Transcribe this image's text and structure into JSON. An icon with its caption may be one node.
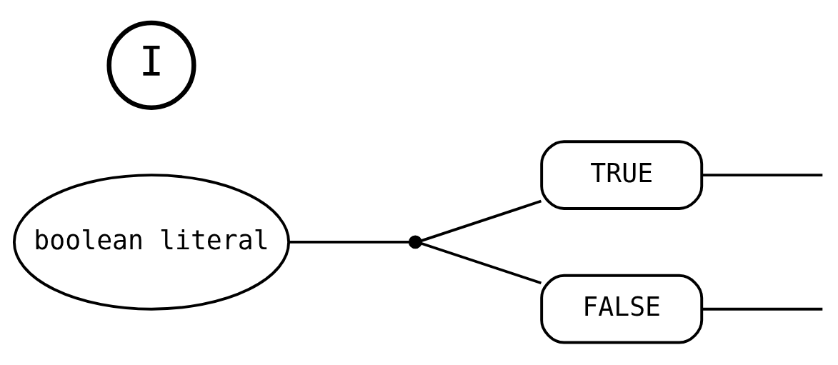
{
  "diagram": {
    "nodes": [
      {
        "text": [
          "boolean literal"
        ]
      },
      {
        "text": [
          "I"
        ]
      },
      {
        "text": [
          "TRUE"
        ]
      },
      {
        "text": [
          "FALSE"
        ]
      },
      {
        "text": [],
        "shape": "circle"
      }
    ],
    "edges": [
      {
        "from": 0,
        "to": 4,
        "arrow": "none"
      },
      {
        "from": 4,
        "to": 2,
        "arrow": "none"
      },
      {
        "from": 4,
        "to": 3,
        "arrow": "none"
      },
      {
        "from": 2,
        "to": null,
        "arrow": "none"
      },
      {
        "from": 3,
        "to": null,
        "arrow": "none"
      }
    ]
  }
}
